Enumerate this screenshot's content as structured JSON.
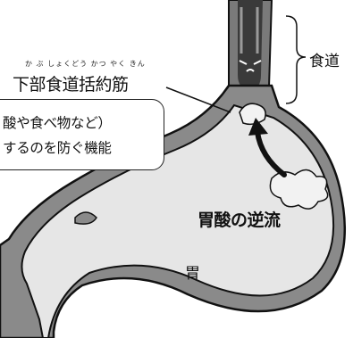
{
  "labels": {
    "sphincter_ruby": "か ぶ しょくどう かつ やく きん",
    "sphincter": "下部食道括約筋",
    "esophagus": "食道",
    "reflux": "胃酸の逆流",
    "stomach": "胃"
  },
  "callout": {
    "line1": "酸や食べ物など）",
    "line2": "するのを防ぐ機能"
  },
  "colors": {
    "outline": "#111111",
    "stomach_wall": "#8a8a8a",
    "stomach_inner": "#e6e6e6",
    "esophagus_wall": "#7a7a7a",
    "esophagus_lumen": "#3a3a3a",
    "reflux_fluid": "#f2f2f2"
  },
  "icons": {
    "face": "closed-eye-face-icon",
    "arrow": "curved-up-arrow-icon",
    "brace": "right-curly-brace-icon"
  }
}
